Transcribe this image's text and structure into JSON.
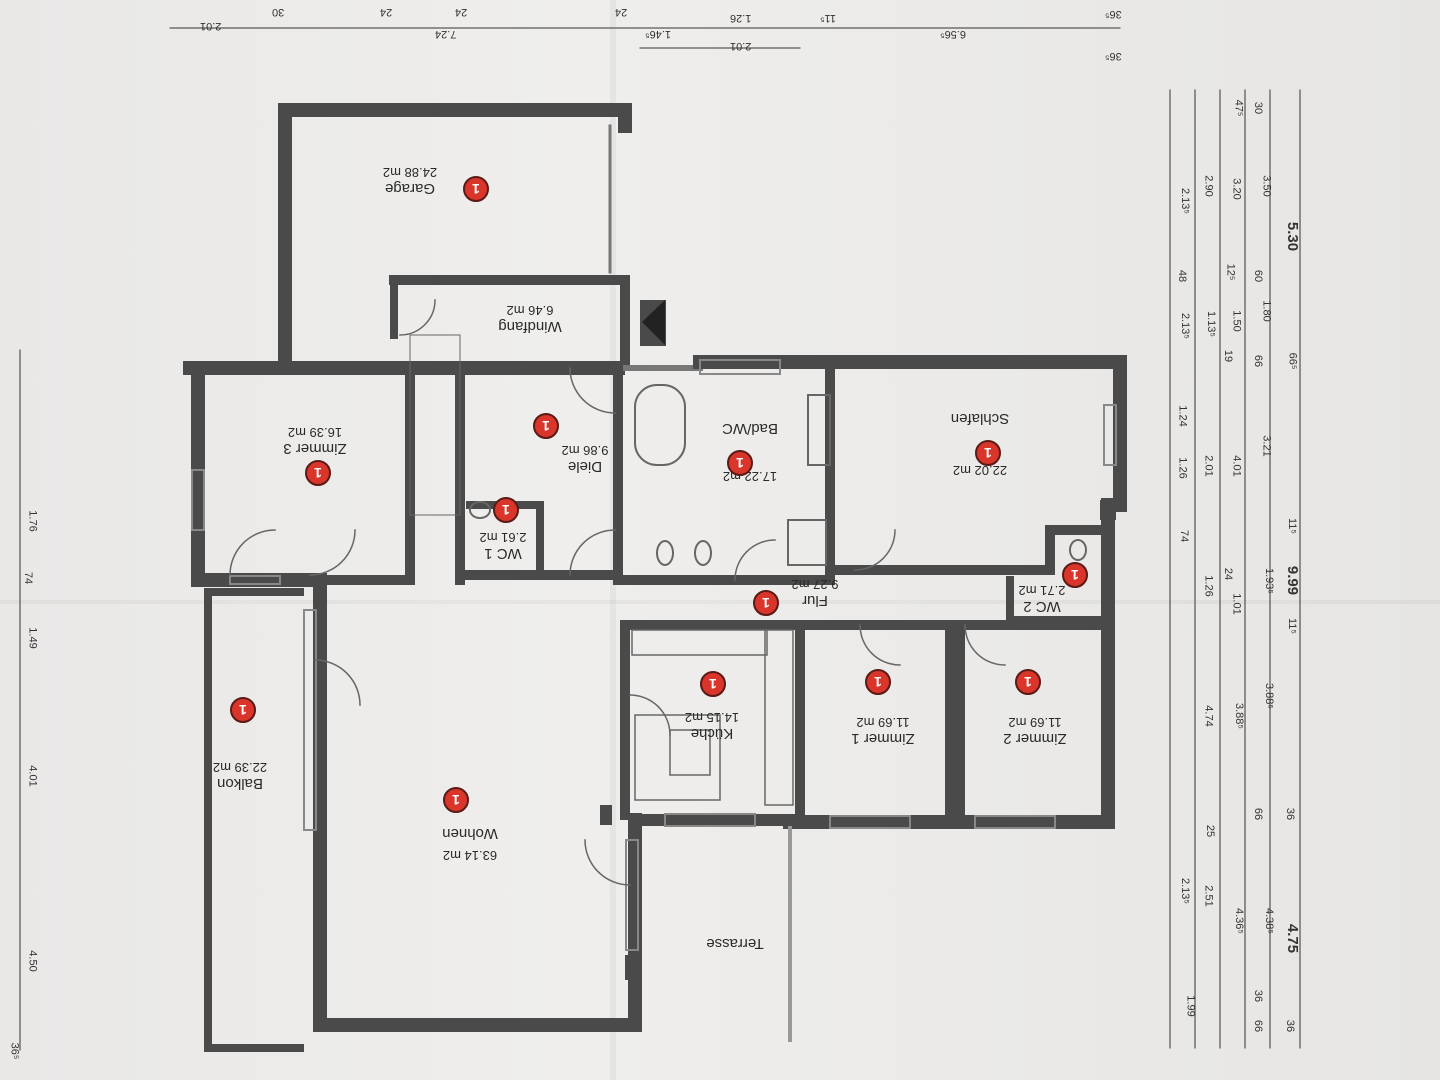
{
  "rooms": [
    {
      "id": "garage",
      "name": "Garage",
      "area": "24.88 m2"
    },
    {
      "id": "windfang",
      "name": "Windfang",
      "area": "6.46 m2"
    },
    {
      "id": "zimmer3",
      "name": "Zimmer 3",
      "area": "16.39 m2"
    },
    {
      "id": "diele",
      "name": "Diele",
      "area": "9.86 m2"
    },
    {
      "id": "wc1",
      "name": "WC 1",
      "area": "2.61 m2"
    },
    {
      "id": "badwc",
      "name": "Bad/WC",
      "area": "17.22 m2"
    },
    {
      "id": "schlafen",
      "name": "Schlafen",
      "area": "22.02 m2"
    },
    {
      "id": "flur",
      "name": "Flur",
      "area": "9.27 m2"
    },
    {
      "id": "wc2",
      "name": "WC 2",
      "area": "2.71 m2"
    },
    {
      "id": "kueche",
      "name": "Küche",
      "area": "14.15 m2"
    },
    {
      "id": "zimmer1",
      "name": "Zimmer 1",
      "area": "11.69 m2"
    },
    {
      "id": "zimmer2",
      "name": "Zimmer 2",
      "area": "11.69 m2"
    },
    {
      "id": "balkon",
      "name": "Balkon",
      "area": "22.39 m2"
    },
    {
      "id": "wohnen",
      "name": "Wohnen",
      "area": "63.14 m2"
    },
    {
      "id": "terrasse",
      "name": "Terrasse",
      "area": ""
    }
  ],
  "marker_label": "1",
  "dimensions": {
    "top": [
      "2.01",
      "30",
      "7.24",
      "24",
      "24",
      "24",
      "1.46⁵",
      "1.26",
      "2.01",
      "11⁵",
      "6.56⁵",
      "36⁵",
      "36⁵"
    ],
    "right_totals": [
      "5.30",
      "9.99",
      "4.75"
    ],
    "right_chain_a": [
      "3.50",
      "1.80",
      "3.21",
      "1.93⁵",
      "3.88⁵",
      "4.38⁵"
    ],
    "right_chain_b": [
      "3.20",
      "1.50",
      "4.01",
      "1.01",
      "3.88⁵",
      "4.36⁵"
    ],
    "right_chain_c": [
      "2.90",
      "1.13⁵",
      "2.01",
      "1.26",
      "4.74",
      "2.51"
    ],
    "right_chain_d": [
      "2.13⁵",
      "2.13⁵",
      "1.24",
      "1.26",
      "74",
      "2.13⁵",
      "1.99"
    ],
    "right_small": [
      "30",
      "47⁵",
      "60",
      "12⁵",
      "48",
      "66⁵",
      "66",
      "19",
      "11⁵",
      "11⁵",
      "24",
      "36",
      "66",
      "25",
      "36",
      "66",
      "36"
    ],
    "left": [
      "1.76",
      "74",
      "1.49",
      "4.01",
      "4.50",
      "36⁵"
    ]
  },
  "colors": {
    "wall": "#4a4a4a",
    "marker": "#d9352b",
    "paper": "#ecebe9"
  }
}
